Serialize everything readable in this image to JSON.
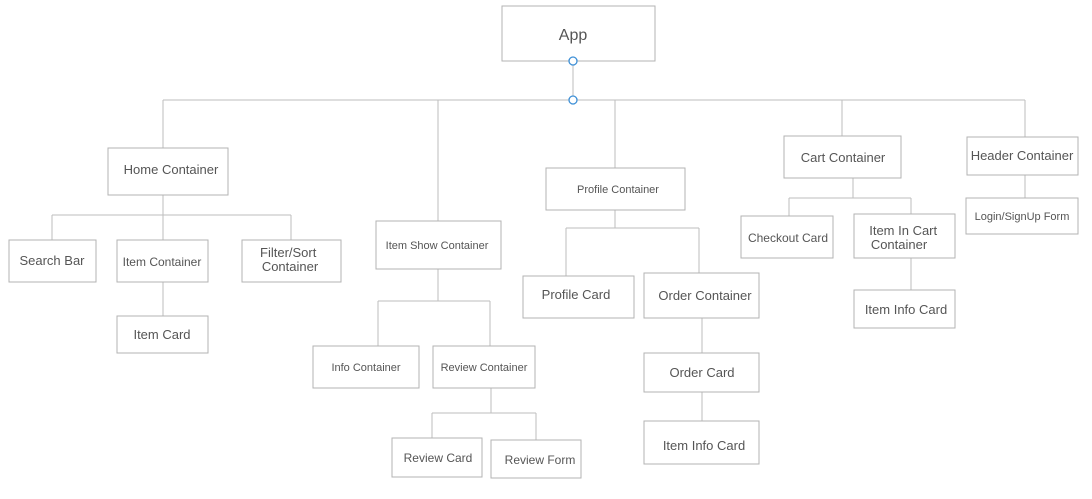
{
  "nodes": {
    "app": "App",
    "home_container": "Home Container",
    "search_bar": "Search Bar",
    "item_container": "Item Container",
    "item_card": "Item Card",
    "filter_sort_container": [
      "Filter/Sort",
      "Container"
    ],
    "item_show_container": "Item Show Container",
    "info_container": "Info Container",
    "review_container": "Review Container",
    "review_card": "Review Card",
    "review_form": "Review Form",
    "profile_container": "Profile Container",
    "profile_card": "Profile Card",
    "order_container": "Order Container",
    "order_card": "Order Card",
    "order_item_info_card": "Item Info Card",
    "cart_container": "Cart Container",
    "checkout_card": "Checkout Card",
    "item_in_cart_container": [
      "Item In Cart",
      "Container"
    ],
    "cart_item_info_card": "Item Info Card",
    "header_container": "Header Container",
    "login_signup_form": "Login/SignUp Form"
  },
  "colors": {
    "box_border": "#b3b3b3",
    "connector": "#bdbdbd",
    "text": "#555555",
    "handle": "#3d8fd6"
  }
}
